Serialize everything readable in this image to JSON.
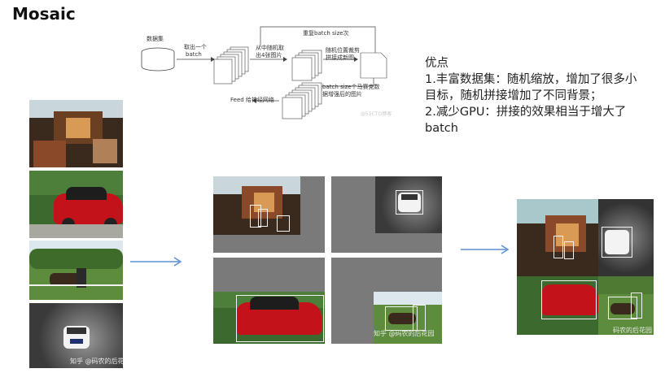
{
  "title": "Mosaic",
  "flow": {
    "dataset": "数据集",
    "take_batch_1": "取出一个",
    "take_batch_2": "batch",
    "random_pick_1": "从中随机取",
    "random_pick_2": "出4张图片",
    "crop_1": "随机位置裁剪",
    "crop_2": "拼接成新图",
    "repeat": "重复batch size次",
    "result_1": "batch size个马赛克数",
    "result_2": "据增强后的图片",
    "feed": "Feed 给神经网络"
  },
  "advantages": {
    "heading": "优点",
    "point1": "1.丰富数据集：随机缩放，增加了很多小目标，随机拼接增加了不同背景；",
    "point2": "2.减少GPU：拼接的效果相当于增大了batch"
  },
  "watermarks": {
    "left": "知乎 @码农的后花园",
    "middle": "知乎 @码农的后花园",
    "right": "码农的后花园"
  },
  "colors": {
    "arrow": "#5b8fd0",
    "gray_pad": "#7a7a7a"
  }
}
